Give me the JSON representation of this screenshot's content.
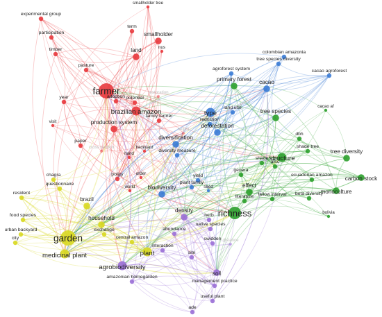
{
  "clusters": {
    "red": "#e8383d",
    "green": "#2ca02c",
    "blue": "#3a7bd5",
    "yellow": "#d8d820",
    "purple": "#9a6fd6"
  },
  "nodes": [
    {
      "id": "smallholder-tree",
      "label": "smallholder tree",
      "cluster": "red",
      "weight": 1
    },
    {
      "id": "experimental-group",
      "label": "experimental group",
      "cluster": "red",
      "weight": 2
    },
    {
      "id": "participation",
      "label": "participation",
      "cluster": "red",
      "weight": 2
    },
    {
      "id": "term",
      "label": "term",
      "cluster": "red",
      "weight": 2
    },
    {
      "id": "smallholder",
      "label": "smallholder",
      "cluster": "red",
      "weight": 3
    },
    {
      "id": "timber",
      "label": "timber",
      "cluster": "red",
      "weight": 2
    },
    {
      "id": "land",
      "label": "land",
      "cluster": "red",
      "weight": 3
    },
    {
      "id": "nus",
      "label": "nus",
      "cluster": "red",
      "weight": 1
    },
    {
      "id": "pasture",
      "label": "pasture",
      "cluster": "red",
      "weight": 2
    },
    {
      "id": "farmer",
      "label": "farmer",
      "cluster": "red",
      "weight": 6
    },
    {
      "id": "restoration",
      "label": "restoration",
      "cluster": "red",
      "weight": 1,
      "faded": true
    },
    {
      "id": "adoption",
      "label": "adoption",
      "cluster": "red",
      "weight": 2
    },
    {
      "id": "potential",
      "label": "potential",
      "cluster": "red",
      "weight": 2
    },
    {
      "id": "year",
      "label": "year",
      "cluster": "red",
      "weight": 2
    },
    {
      "id": "brazilian-amazon",
      "label": "brazilian amazon",
      "cluster": "red",
      "weight": 4
    },
    {
      "id": "family-farmer",
      "label": "family farmer",
      "cluster": "red",
      "weight": 2
    },
    {
      "id": "visit",
      "label": "visit",
      "cluster": "red",
      "weight": 1
    },
    {
      "id": "production-system",
      "label": "production system",
      "cluster": "red",
      "weight": 3
    },
    {
      "id": "height",
      "label": "height",
      "cluster": "red",
      "weight": 1,
      "faded": true
    },
    {
      "id": "paper",
      "label": "paper",
      "cluster": "red",
      "weight": 2
    },
    {
      "id": "cross-section",
      "label": "cross section",
      "cluster": "red",
      "weight": 1,
      "faded": true
    },
    {
      "id": "backyard",
      "label": "backyard",
      "cluster": "red",
      "weight": 1
    },
    {
      "id": "hand",
      "label": "hand",
      "cluster": "red",
      "weight": 1
    },
    {
      "id": "policy",
      "label": "policy",
      "cluster": "red",
      "weight": 2
    },
    {
      "id": "order",
      "label": "order",
      "cluster": "red",
      "weight": 1
    },
    {
      "id": "world",
      "label": "world",
      "cluster": "red",
      "weight": 1
    },
    {
      "id": "colombian-amazonia",
      "label": "colombian amazonia",
      "cluster": "blue",
      "weight": 2
    },
    {
      "id": "tree-species-diversity",
      "label": "tree species diversity",
      "cluster": "blue",
      "weight": 2
    },
    {
      "id": "agroforest-system",
      "label": "agroforest system",
      "cluster": "blue",
      "weight": 2
    },
    {
      "id": "cacao-agroforest",
      "label": "cacao agroforest",
      "cluster": "blue",
      "weight": 2
    },
    {
      "id": "primary-forest",
      "label": "primary forest",
      "cluster": "green",
      "weight": 3
    },
    {
      "id": "cacao",
      "label": "cacao",
      "cluster": "blue",
      "weight": 3
    },
    {
      "id": "type",
      "label": "type",
      "cluster": "blue",
      "weight": 4
    },
    {
      "id": "land-use",
      "label": "land use",
      "cluster": "blue",
      "weight": 2
    },
    {
      "id": "cacao-af",
      "label": "cacao af",
      "cluster": "green",
      "weight": 1
    },
    {
      "id": "tree-species",
      "label": "tree species",
      "cluster": "green",
      "weight": 3
    },
    {
      "id": "reduction",
      "label": "reduction",
      "cluster": "blue",
      "weight": 2
    },
    {
      "id": "deforestation",
      "label": "deforestation",
      "cluster": "blue",
      "weight": 3
    },
    {
      "id": "dbh",
      "label": "dbh",
      "cluster": "green",
      "weight": 2
    },
    {
      "id": "diversification",
      "label": "diversification",
      "cluster": "blue",
      "weight": 3
    },
    {
      "id": "shade-tree",
      "label": "shade tree",
      "cluster": "green",
      "weight": 2
    },
    {
      "id": "diversity-measure",
      "label": "diversity measure",
      "cluster": "blue",
      "weight": 2
    },
    {
      "id": "structure",
      "label": "structure",
      "cluster": "green",
      "weight": 4
    },
    {
      "id": "tree-diversity",
      "label": "tree diversity",
      "cluster": "green",
      "weight": 3
    },
    {
      "id": "shade",
      "label": "shade",
      "cluster": "green",
      "weight": 2
    },
    {
      "id": "afsc",
      "label": "afsc",
      "cluster": "green",
      "weight": 2
    },
    {
      "id": "genera",
      "label": "genera",
      "cluster": "green",
      "weight": 2
    },
    {
      "id": "carbon-stock",
      "label": "carbon stock",
      "cluster": "green",
      "weight": 3
    },
    {
      "id": "ecuadorian-amazon",
      "label": "ecuadorian amazon",
      "cluster": "green",
      "weight": 2
    },
    {
      "id": "yield",
      "label": "yield",
      "cluster": "blue",
      "weight": 2
    },
    {
      "id": "plant-family",
      "label": "plant family",
      "cluster": "blue",
      "weight": 2
    },
    {
      "id": "monoculture",
      "label": "monoculture",
      "cluster": "green",
      "weight": 3
    },
    {
      "id": "biodiversity",
      "label": "biodiversity",
      "cluster": "blue",
      "weight": 3
    },
    {
      "id": "seed",
      "label": "seed",
      "cluster": "blue",
      "weight": 1
    },
    {
      "id": "effect",
      "label": "effect",
      "cluster": "green",
      "weight": 3
    },
    {
      "id": "literature",
      "label": "literature",
      "cluster": "green",
      "weight": 2
    },
    {
      "id": "fallow-interval",
      "label": "fallow interval",
      "cluster": "green",
      "weight": 2
    },
    {
      "id": "beta-diversity",
      "label": "beta diversity",
      "cluster": "green",
      "weight": 2
    },
    {
      "id": "richness",
      "label": "richness",
      "cluster": "green",
      "weight": 5
    },
    {
      "id": "bolivia",
      "label": "bolivia",
      "cluster": "green",
      "weight": 1
    },
    {
      "id": "chagra",
      "label": "chagra",
      "cluster": "yellow",
      "weight": 2
    },
    {
      "id": "questionnaire",
      "label": "questionnaire",
      "cluster": "yellow",
      "weight": 2
    },
    {
      "id": "resident",
      "label": "resident",
      "cluster": "yellow",
      "weight": 2
    },
    {
      "id": "brazil",
      "label": "brazil",
      "cluster": "yellow",
      "weight": 3
    },
    {
      "id": "food-species",
      "label": "food species",
      "cluster": "yellow",
      "weight": 2
    },
    {
      "id": "household",
      "label": "household",
      "cluster": "yellow",
      "weight": 3
    },
    {
      "id": "urban-backyard",
      "label": "urban backyard",
      "cluster": "yellow",
      "weight": 2
    },
    {
      "id": "city",
      "label": "city",
      "cluster": "yellow",
      "weight": 2
    },
    {
      "id": "exchange",
      "label": "exchange",
      "cluster": "yellow",
      "weight": 2
    },
    {
      "id": "garden",
      "label": "garden",
      "cluster": "yellow",
      "weight": 6
    },
    {
      "id": "medicinal-plant",
      "label": "medicinal plant",
      "cluster": "yellow",
      "weight": 4
    },
    {
      "id": "central-amazon",
      "label": "central amazon",
      "cluster": "yellow",
      "weight": 2
    },
    {
      "id": "plant",
      "label": "plant",
      "cluster": "yellow",
      "weight": 4
    },
    {
      "id": "density",
      "label": "density",
      "cluster": "purple",
      "weight": 3
    },
    {
      "id": "herb",
      "label": "herb",
      "cluster": "purple",
      "weight": 2
    },
    {
      "id": "native-species",
      "label": "native species",
      "cluster": "purple",
      "weight": 2
    },
    {
      "id": "abundance",
      "label": "abundance",
      "cluster": "purple",
      "weight": 2
    },
    {
      "id": "interaction",
      "label": "interaction",
      "cluster": "purple",
      "weight": 2
    },
    {
      "id": "swidden",
      "label": "swidden",
      "cluster": "purple",
      "weight": 2
    },
    {
      "id": "distance",
      "label": "distance",
      "cluster": "purple",
      "weight": 1,
      "faded": true
    },
    {
      "id": "agrobiodiversity",
      "label": "agrobiodiversity",
      "cluster": "purple",
      "weight": 4
    },
    {
      "id": "site",
      "label": "site",
      "cluster": "purple",
      "weight": 2
    },
    {
      "id": "amazonian-homegarden",
      "label": "amazonian homegarden",
      "cluster": "purple",
      "weight": 2
    },
    {
      "id": "soil",
      "label": "soil",
      "cluster": "purple",
      "weight": 3
    },
    {
      "id": "management-practice",
      "label": "management practice",
      "cluster": "purple",
      "weight": 2
    },
    {
      "id": "useful-plant",
      "label": "useful plant",
      "cluster": "purple",
      "weight": 2
    },
    {
      "id": "ade",
      "label": "ade",
      "cluster": "purple",
      "weight": 2
    }
  ]
}
